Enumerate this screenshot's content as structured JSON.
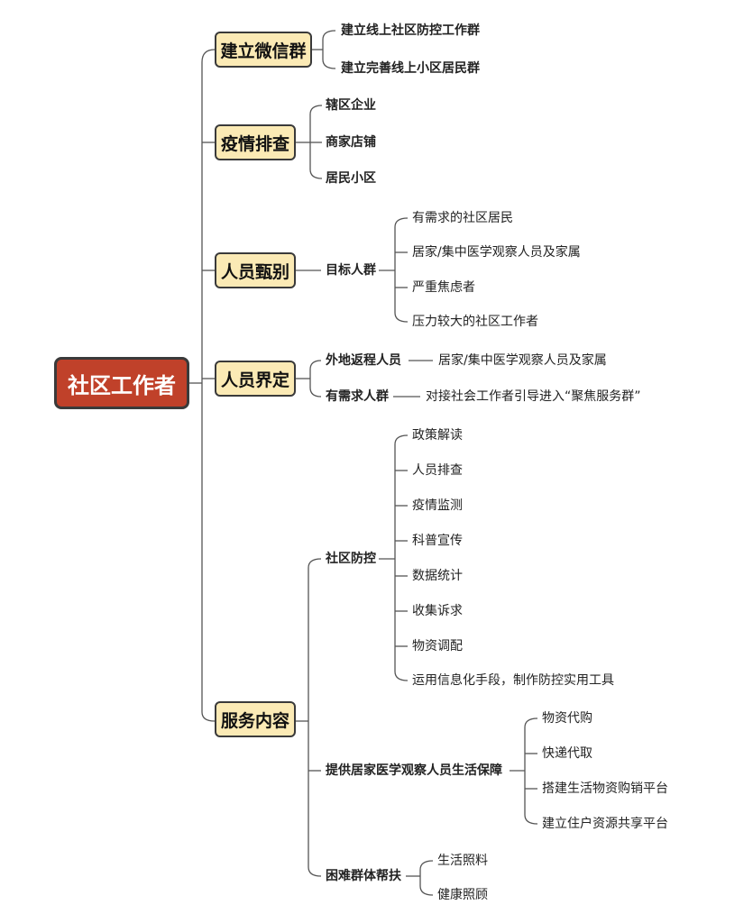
{
  "root": "社区工作者",
  "wechat": {
    "label": "建立微信群",
    "items": [
      "建立线上社区防控工作群",
      "建立完善线上小区居民群"
    ]
  },
  "screening": {
    "label": "疫情排查",
    "items": [
      "辖区企业",
      "商家店铺",
      "居民小区"
    ]
  },
  "identify": {
    "label": "人员甄别",
    "target": "目标人群",
    "items": [
      "有需求的社区居民",
      "居家/集中医学观察人员及家属",
      "严重焦虑者",
      "压力较大的社区工作者"
    ]
  },
  "define": {
    "label": "人员界定",
    "returnees": "外地返程人员",
    "returnees_detail": "居家/集中医学观察人员及家属",
    "needs": "有需求人群",
    "needs_detail": "对接社会工作者引导进入“聚焦服务群”"
  },
  "services": {
    "label": "服务内容",
    "prevention": {
      "label": "社区防控",
      "items": [
        "政策解读",
        "人员排查",
        "疫情监测",
        "科普宣传",
        "数据统计",
        "收集诉求",
        "物资调配",
        "运用信息化手段，制作防控实用工具"
      ]
    },
    "support": {
      "label": "提供居家医学观察人员生活保障",
      "items": [
        "物资代购",
        "快递代取",
        "搭建生活物资购销平台",
        "建立住户资源共享平台"
      ]
    },
    "assist": {
      "label": "困难群体帮扶",
      "items": [
        "生活照料",
        "健康照顾"
      ]
    }
  }
}
